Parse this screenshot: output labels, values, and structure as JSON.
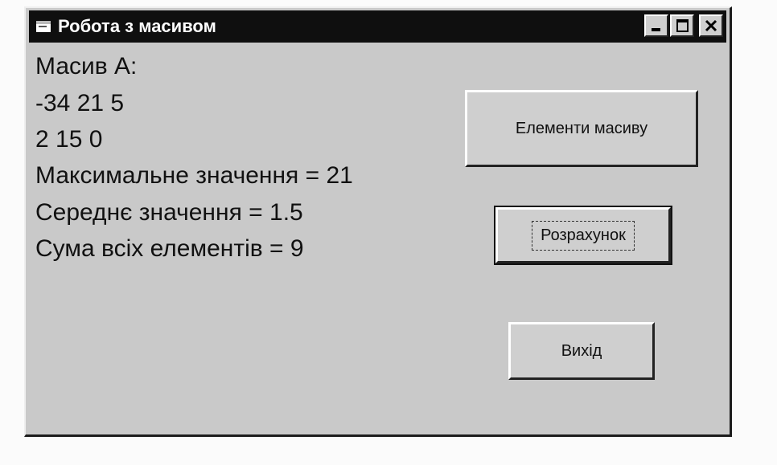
{
  "window": {
    "title": "Робота з масивом",
    "icon": "app-window-icon",
    "controls": [
      "minimize-icon",
      "maximize-icon",
      "close-icon"
    ]
  },
  "output": {
    "array_label": "Масив А:",
    "row1": "-34 21 5",
    "row2": "2 15 0",
    "max_line": "Максимальне значення = 21",
    "avg_line": "Середнє значення = 1.5",
    "sum_line": "Сума всіх елементів = 9"
  },
  "buttons": {
    "elements": "Елементи масиву",
    "calculate": "Розрахунок",
    "exit": "Вихід"
  }
}
